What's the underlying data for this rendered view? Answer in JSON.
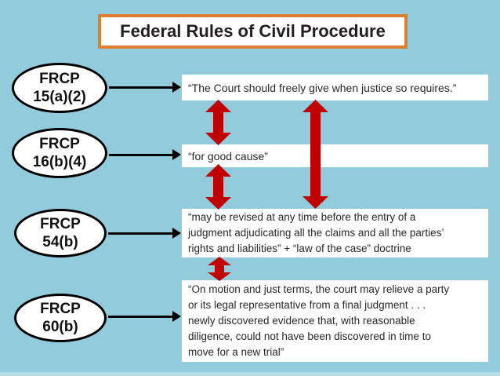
{
  "title": "Federal Rules of Civil Procedure",
  "colors": {
    "background": "#92CBDC",
    "title_border_orange": "#DF7F2E",
    "double_arrow_red": "#C00000",
    "box_background": "#FFFFFF",
    "connector_black": "#000000",
    "text_dark": "#231F20"
  },
  "rules": [
    {
      "label_line1": "FRCP",
      "label_line2": "15(a)(2)",
      "quote": "“The Court should freely give when justice so requires.”"
    },
    {
      "label_line1": "FRCP",
      "label_line2": "16(b)(4)",
      "quote": "“for good cause”"
    },
    {
      "label_line1": "FRCP",
      "label_line2": "54(b)",
      "quote": "“may be revised at any time before the entry of a\njudgment adjudicating all the claims and all the parties’\nrights and liabilities” + “law of the case” doctrine"
    },
    {
      "label_line1": "FRCP",
      "label_line2": "60(b)",
      "quote": "“On motion and just terms, the court may relieve a party\nor its legal representative from a final judgment . . .\nnewly discovered evidence that, with reasonable\ndiligence, could not have been discovered in time to\nmove for a new trial”"
    }
  ],
  "arrows": {
    "double_arrow_meaning": "bidirectional relationship between standards",
    "connections": [
      "FRCP 15(a)(2) quote ↔ FRCP 16(b)(4) quote",
      "FRCP 16(b)(4) quote ↔ FRCP 54(b) quote",
      "FRCP 15(a)(2) quote ↔ FRCP 54(b) quote",
      "FRCP 54(b) quote ↔ FRCP 60(b) quote"
    ]
  }
}
